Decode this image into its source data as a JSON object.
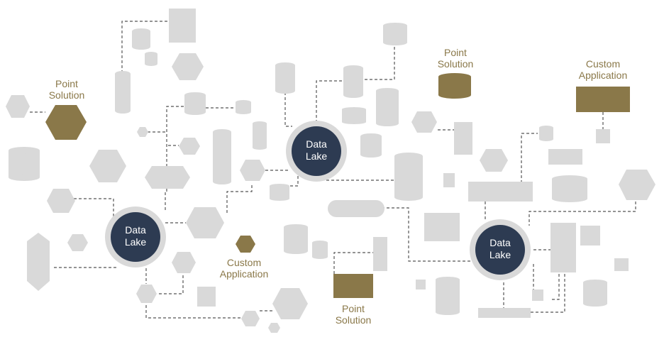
{
  "colors": {
    "gray": "#d9d9d9",
    "gold": "#8a7849",
    "navy": "#2d3b52",
    "ring": "#d9d9d9",
    "line": "#555555"
  },
  "data_lakes": [
    {
      "line1": "Data",
      "line2": "Lake"
    },
    {
      "line1": "Data",
      "line2": "Lake"
    },
    {
      "line1": "Data",
      "line2": "Lake"
    }
  ],
  "labels": {
    "point_solution_1": {
      "line1": "Point",
      "line2": "Solution"
    },
    "point_solution_2": {
      "line1": "Point",
      "line2": "Solution"
    },
    "point_solution_3": {
      "line1": "Point",
      "line2": "Solution"
    },
    "custom_app_1": {
      "line1": "Custom",
      "line2": "Application"
    },
    "custom_app_2": {
      "line1": "Custom",
      "line2": "Application"
    }
  }
}
